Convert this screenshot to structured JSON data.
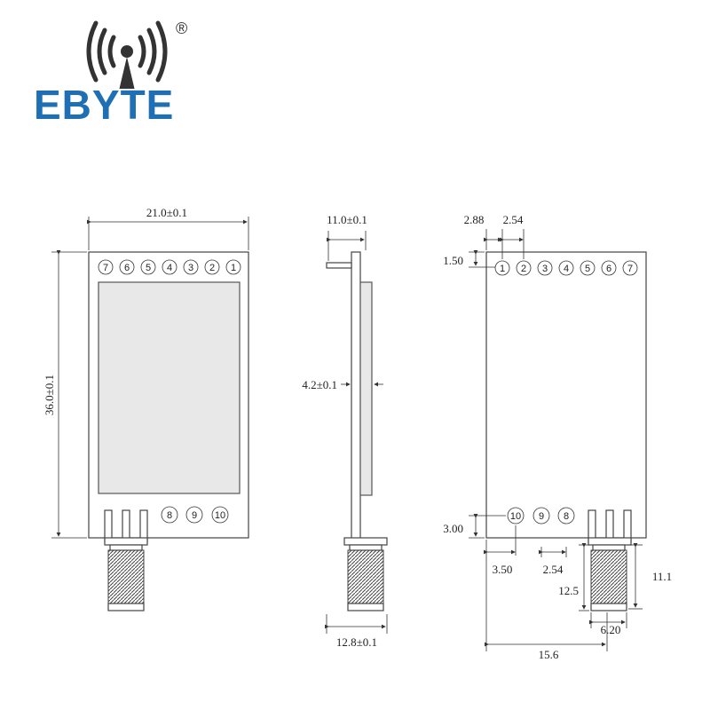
{
  "brand": {
    "name": "EBYTE",
    "registered_mark": "®",
    "color": "#1f6fb5"
  },
  "front_view": {
    "width_label": "21.0±0.1",
    "height_label": "36.0±0.1",
    "top_pins": [
      "7",
      "6",
      "5",
      "4",
      "3",
      "2",
      "1"
    ],
    "bottom_pins": [
      "8",
      "9",
      "10"
    ]
  },
  "side_view": {
    "width_label": "11.0±0.1",
    "thickness_label": "4.2±0.1",
    "connector_label": "12.8±0.1"
  },
  "back_view": {
    "pin_offset_label": "2.88",
    "pin_pitch_label": "2.54",
    "top_margin_label": "1.50",
    "bottom_margin_label": "3.00",
    "top_pins": [
      "1",
      "2",
      "3",
      "4",
      "5",
      "6",
      "7"
    ],
    "bottom_pins": [
      "10",
      "9",
      "8"
    ],
    "bottom_offset_label": "3.50",
    "bottom_pitch_label": "2.54",
    "connector_height_label": "12.5",
    "connector_thread_label": "11.1",
    "connector_width_label": "6.20",
    "connector_position_label": "15.6"
  }
}
